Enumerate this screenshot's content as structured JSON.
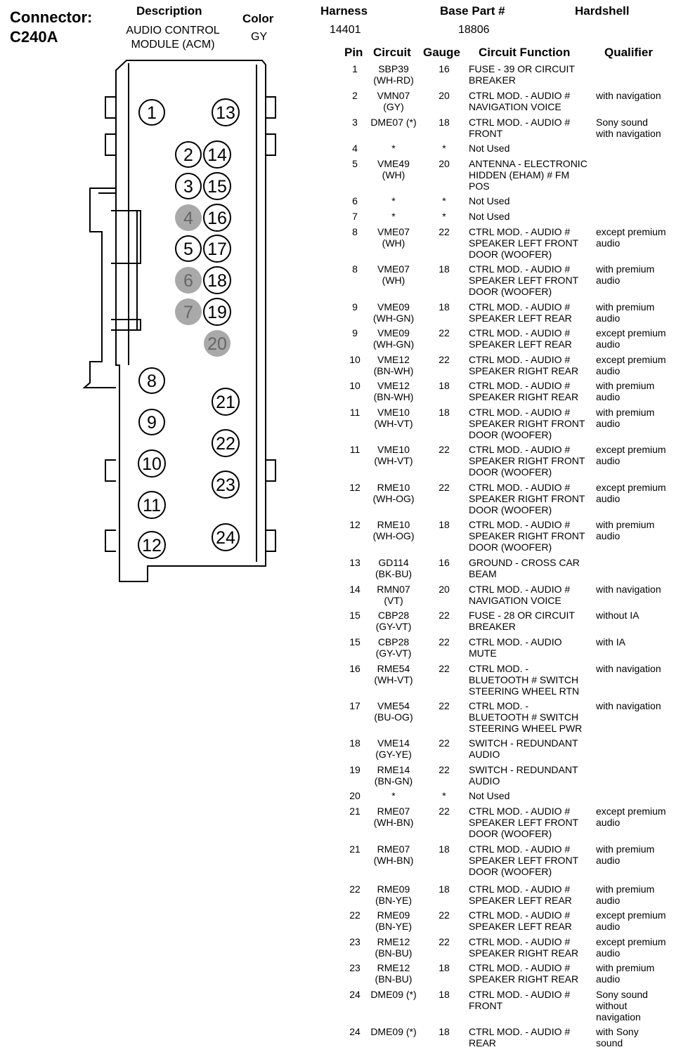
{
  "header": {
    "connector_label": "Connector:",
    "connector_id": "C240A",
    "description_label": "Description",
    "description_value": "AUDIO CONTROL\nMODULE (ACM)",
    "color_label": "Color",
    "color_value": "GY",
    "harness_label": "Harness",
    "harness_value": "14401",
    "base_part_label": "Base Part #",
    "base_part_value": "18806",
    "hardshell_label": "Hardshell"
  },
  "table": {
    "columns": [
      "Pin",
      "Circuit",
      "Gauge",
      "Circuit Function",
      "Qualifier"
    ],
    "rows": [
      {
        "pin": "1",
        "circuit": "SBP39\n(WH-RD)",
        "gauge": "16",
        "function": "FUSE - 39 OR CIRCUIT\nBREAKER",
        "qualifier": ""
      },
      {
        "pin": "2",
        "circuit": "VMN07\n(GY)",
        "gauge": "20",
        "function": "CTRL MOD. - AUDIO #\nNAVIGATION VOICE",
        "qualifier": "with navigation"
      },
      {
        "pin": "3",
        "circuit": "DME07 (*)",
        "gauge": "18",
        "function": "CTRL MOD. - AUDIO #\nFRONT",
        "qualifier": "Sony sound\nwith navigation"
      },
      {
        "pin": "4",
        "circuit": "*",
        "gauge": "*",
        "function": "Not Used",
        "qualifier": ""
      },
      {
        "pin": "5",
        "circuit": "VME49\n(WH)",
        "gauge": "20",
        "function": "ANTENNA - ELECTRONIC\nHIDDEN (EHAM) # FM\nPOS",
        "qualifier": ""
      },
      {
        "pin": "6",
        "circuit": "*",
        "gauge": "*",
        "function": "Not Used",
        "qualifier": ""
      },
      {
        "pin": "7",
        "circuit": "*",
        "gauge": "*",
        "function": "Not Used",
        "qualifier": ""
      },
      {
        "pin": "8",
        "circuit": "VME07\n(WH)",
        "gauge": "22",
        "function": "CTRL MOD. - AUDIO #\nSPEAKER LEFT FRONT\nDOOR (WOOFER)",
        "qualifier": "except premium\naudio"
      },
      {
        "pin": "8",
        "circuit": "VME07\n(WH)",
        "gauge": "18",
        "function": "CTRL MOD. - AUDIO #\nSPEAKER LEFT FRONT\nDOOR (WOOFER)",
        "qualifier": "with premium\naudio"
      },
      {
        "pin": "9",
        "circuit": "VME09\n(WH-GN)",
        "gauge": "18",
        "function": "CTRL MOD. - AUDIO #\nSPEAKER LEFT REAR",
        "qualifier": "with premium\naudio"
      },
      {
        "pin": "9",
        "circuit": "VME09\n(WH-GN)",
        "gauge": "22",
        "function": "CTRL MOD. - AUDIO #\nSPEAKER LEFT REAR",
        "qualifier": "except premium\naudio"
      },
      {
        "pin": "10",
        "circuit": "VME12\n(BN-WH)",
        "gauge": "22",
        "function": "CTRL MOD. - AUDIO #\nSPEAKER RIGHT REAR",
        "qualifier": "except premium\naudio"
      },
      {
        "pin": "10",
        "circuit": "VME12\n(BN-WH)",
        "gauge": "18",
        "function": "CTRL MOD. - AUDIO #\nSPEAKER RIGHT REAR",
        "qualifier": "with premium\naudio"
      },
      {
        "pin": "11",
        "circuit": "VME10\n(WH-VT)",
        "gauge": "18",
        "function": "CTRL MOD. - AUDIO #\nSPEAKER RIGHT FRONT\nDOOR (WOOFER)",
        "qualifier": "with premium\naudio"
      },
      {
        "pin": "11",
        "circuit": "VME10\n(WH-VT)",
        "gauge": "22",
        "function": "CTRL MOD. - AUDIO #\nSPEAKER RIGHT FRONT\nDOOR (WOOFER)",
        "qualifier": "except premium\naudio"
      },
      {
        "pin": "12",
        "circuit": "RME10\n(WH-OG)",
        "gauge": "22",
        "function": "CTRL MOD. - AUDIO #\nSPEAKER RIGHT FRONT\nDOOR (WOOFER)",
        "qualifier": "except premium\naudio"
      },
      {
        "pin": "12",
        "circuit": "RME10\n(WH-OG)",
        "gauge": "18",
        "function": "CTRL MOD. - AUDIO #\nSPEAKER RIGHT FRONT\nDOOR (WOOFER)",
        "qualifier": "with premium\naudio"
      },
      {
        "pin": "13",
        "circuit": "GD114\n(BK-BU)",
        "gauge": "16",
        "function": "GROUND - CROSS CAR\nBEAM",
        "qualifier": ""
      },
      {
        "pin": "14",
        "circuit": "RMN07\n(VT)",
        "gauge": "20",
        "function": "CTRL MOD. - AUDIO #\nNAVIGATION VOICE",
        "qualifier": "with navigation"
      },
      {
        "pin": "15",
        "circuit": "CBP28\n(GY-VT)",
        "gauge": "22",
        "function": "FUSE - 28 OR CIRCUIT\nBREAKER",
        "qualifier": "without IA"
      },
      {
        "pin": "15",
        "circuit": "CBP28\n(GY-VT)",
        "gauge": "22",
        "function": "CTRL MOD. - AUDIO\nMUTE",
        "qualifier": "with IA"
      },
      {
        "pin": "16",
        "circuit": "RME54\n(WH-VT)",
        "gauge": "22",
        "function": "CTRL MOD. -\nBLUETOOTH # SWITCH\nSTEERING WHEEL RTN",
        "qualifier": "with navigation"
      },
      {
        "pin": "17",
        "circuit": "VME54\n(BU-OG)",
        "gauge": "22",
        "function": "CTRL MOD. -\nBLUETOOTH # SWITCH\nSTEERING WHEEL PWR",
        "qualifier": "with navigation"
      },
      {
        "pin": "18",
        "circuit": "VME14\n(GY-YE)",
        "gauge": "22",
        "function": "SWITCH - REDUNDANT\nAUDIO",
        "qualifier": ""
      },
      {
        "pin": "19",
        "circuit": "RME14\n(BN-GN)",
        "gauge": "22",
        "function": "SWITCH - REDUNDANT\nAUDIO",
        "qualifier": ""
      },
      {
        "pin": "20",
        "circuit": "*",
        "gauge": "*",
        "function": "Not Used",
        "qualifier": ""
      },
      {
        "pin": "21",
        "circuit": "RME07\n(WH-BN)",
        "gauge": "22",
        "function": "CTRL MOD. - AUDIO #\nSPEAKER LEFT FRONT\nDOOR (WOOFER)",
        "qualifier": "except premium\naudio"
      },
      {
        "pin": "21",
        "circuit": "RME07\n(WH-BN)",
        "gauge": "18",
        "function": "CTRL MOD. - AUDIO #\nSPEAKER LEFT FRONT\nDOOR (WOOFER)",
        "qualifier": "with premium\naudio"
      },
      {
        "pin": "22",
        "circuit": "RME09\n(BN-YE)",
        "gauge": "18",
        "function": "CTRL MOD. - AUDIO #\nSPEAKER LEFT REAR",
        "qualifier": "with premium\naudio"
      },
      {
        "pin": "22",
        "circuit": "RME09\n(BN-YE)",
        "gauge": "22",
        "function": "CTRL MOD. - AUDIO #\nSPEAKER LEFT REAR",
        "qualifier": "except premium\naudio"
      },
      {
        "pin": "23",
        "circuit": "RME12\n(BN-BU)",
        "gauge": "22",
        "function": "CTRL MOD. - AUDIO #\nSPEAKER RIGHT REAR",
        "qualifier": "except premium\naudio"
      },
      {
        "pin": "23",
        "circuit": "RME12\n(BN-BU)",
        "gauge": "18",
        "function": "CTRL MOD. - AUDIO #\nSPEAKER RIGHT REAR",
        "qualifier": "with premium\naudio"
      },
      {
        "pin": "24",
        "circuit": "DME09 (*)",
        "gauge": "18",
        "function": "CTRL MOD. - AUDIO #\nFRONT",
        "qualifier": "Sony sound\nwithout\nnavigation"
      },
      {
        "pin": "24",
        "circuit": "DME09 (*)",
        "gauge": "18",
        "function": "CTRL MOD. - AUDIO #\nREAR",
        "qualifier": "with Sony\nsound"
      }
    ]
  },
  "diagram": {
    "pins": [
      {
        "label": "1",
        "used": true
      },
      {
        "label": "2",
        "used": true
      },
      {
        "label": "3",
        "used": true
      },
      {
        "label": "4",
        "used": false
      },
      {
        "label": "5",
        "used": true
      },
      {
        "label": "6",
        "used": false
      },
      {
        "label": "7",
        "used": false
      },
      {
        "label": "8",
        "used": true
      },
      {
        "label": "9",
        "used": true
      },
      {
        "label": "10",
        "used": true
      },
      {
        "label": "11",
        "used": true
      },
      {
        "label": "12",
        "used": true
      },
      {
        "label": "13",
        "used": true
      },
      {
        "label": "14",
        "used": true
      },
      {
        "label": "15",
        "used": true
      },
      {
        "label": "16",
        "used": true
      },
      {
        "label": "17",
        "used": true
      },
      {
        "label": "18",
        "used": true
      },
      {
        "label": "19",
        "used": true
      },
      {
        "label": "20",
        "used": false
      },
      {
        "label": "21",
        "used": true
      },
      {
        "label": "22",
        "used": true
      },
      {
        "label": "23",
        "used": true
      },
      {
        "label": "24",
        "used": true
      }
    ],
    "unused_fill": "#a9a9a9"
  }
}
